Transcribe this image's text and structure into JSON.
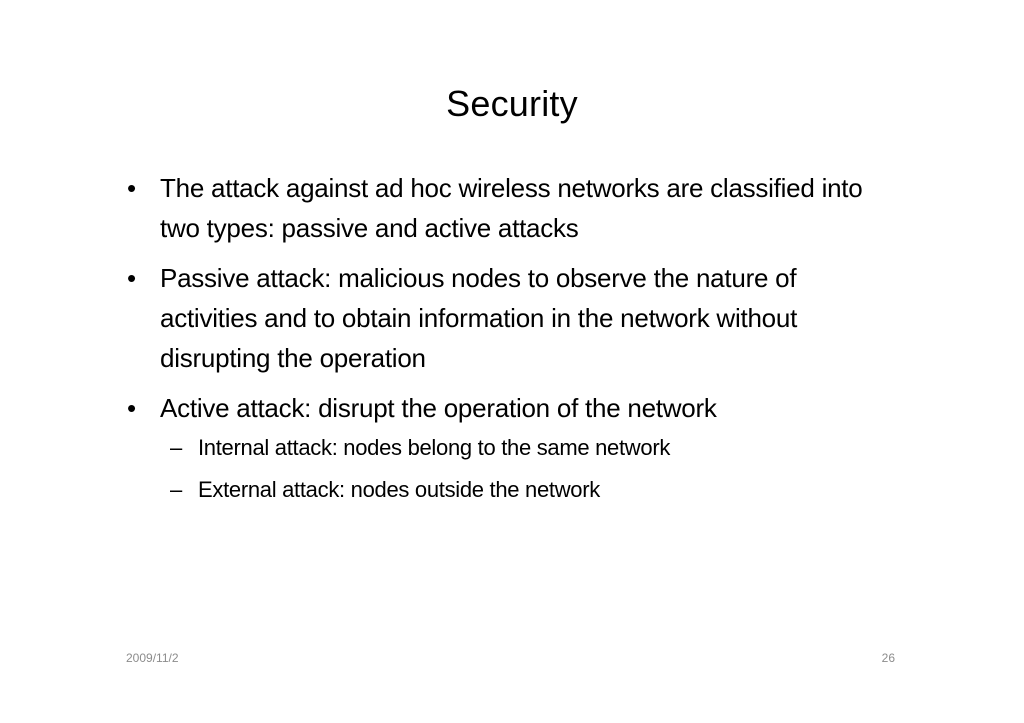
{
  "slide": {
    "title": "Security",
    "bullets": [
      {
        "marker": "•",
        "text": "The attack against ad hoc wireless networks are classified into two types: passive and active attacks"
      },
      {
        "marker": "•",
        "text": "Passive attack: malicious nodes to observe the nature of activities and to obtain information in the network without disrupting the operation"
      },
      {
        "marker": "•",
        "text": "Active attack: disrupt the operation of the network",
        "sub_items": [
          {
            "marker": "–",
            "text": "Internal attack: nodes belong to the same network"
          },
          {
            "marker": "–",
            "text": "External attack: nodes outside the network"
          }
        ]
      }
    ],
    "footer": {
      "date": "2009/11/2",
      "page_number": "26"
    }
  }
}
